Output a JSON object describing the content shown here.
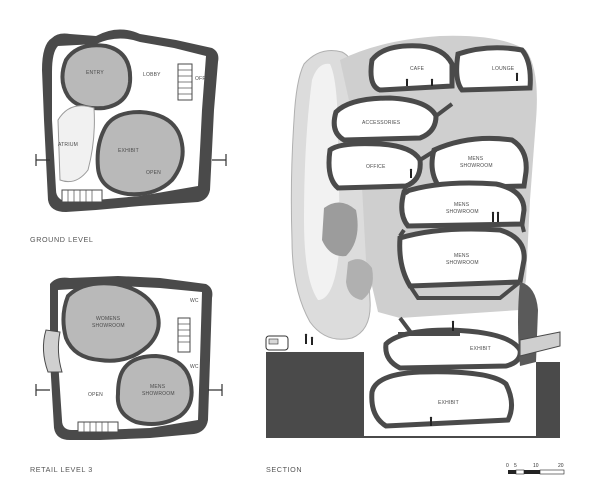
{
  "drawings": {
    "ground_level": {
      "caption": "GROUND LEVEL",
      "rooms": {
        "entry": "ENTRY",
        "lobby": "LOBBY",
        "office": "OFFICE",
        "atrium": "ATRIUM",
        "exhibit": "EXHIBIT",
        "open": "OPEN"
      }
    },
    "retail_level_3": {
      "caption": "RETAIL LEVEL 3",
      "rooms": {
        "womens_showroom_1": "WOMENS",
        "womens_showroom_2": "SHOWROOM",
        "wc_upper": "WC",
        "wc_lower": "WC",
        "open": "OPEN",
        "mens_showroom_1": "MENS",
        "mens_showroom_2": "SHOWROOM"
      }
    },
    "section": {
      "caption": "SECTION",
      "rooms": {
        "cafe": "CAFE",
        "lounge": "LOUNGE",
        "accessories": "ACCESSORIES",
        "office": "OFFICE",
        "mens_showroom_a1": "MENS",
        "mens_showroom_a2": "SHOWROOM",
        "mens_showroom_b1": "MENS",
        "mens_showroom_b2": "SHOWROOM",
        "mens_showroom_c1": "MENS",
        "mens_showroom_c2": "SHOWROOM",
        "exhibit_upper": "EXHIBIT",
        "exhibit_lower": "EXHIBIT"
      }
    }
  },
  "scale_bar": {
    "ticks": [
      "0",
      "5",
      "10",
      "20"
    ]
  }
}
